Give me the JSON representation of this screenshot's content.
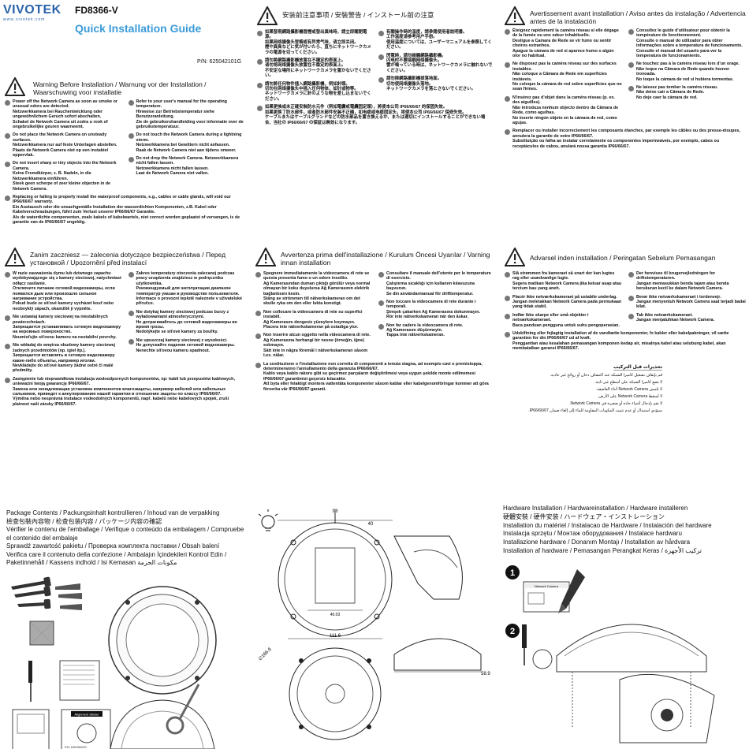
{
  "header": {
    "logo": "VIVOTEK",
    "logo_url": "www.vivotek.com",
    "model": "FD8366-V",
    "guide_title": "Quick Installation Guide",
    "part_number": "P/N: 625042101G"
  },
  "warning_en": {
    "title": "Warning Before Installation / Warnung vor der Installation / Waarschuwing voor installatie",
    "left": [
      [
        "Power off the Network Camera as soon as smoke or unusual odors are detected.",
        "Netzwerkkamera bei Rauchentwicklung oder ungewöhnlichem Geruch sofort abschalten.",
        "Schakel de Network Camera uit zodra u rook of ongebruikelijke geuren waarneemt."
      ],
      [
        "Do not place the Network Camera on unsteady surfaces.",
        "Netzwerkkamera nur auf feste Unterlagen abstellen.",
        "Plaats de Network Camera niet op een instabiel oppervlak."
      ],
      [
        "Do not insert sharp or tiny objects into the Network Camera.",
        "Keine Fremdkörper, z. B. Nadeln, in die Netzwerkkamera einführen.",
        "Steek geen scherpe of zeer kleine objecten in de Netwerk Camera."
      ]
    ],
    "right": [
      [
        "Refer to your user's manual for the operating temperature.",
        "Hinweise zur Betriebstemperatur siehe Benutzeranleitung.",
        "Zie de gebruikershandleiding voor informatie over de gebruikstemperatuur."
      ],
      [
        "Do not touch the Network Camera during a lightning storm.",
        "Netzwerkkamera bei Gewittern nicht anfassen.",
        "Raak de Network Camera niet aan tijdens onweer."
      ],
      [
        "Do not drop the Network Camera. Netzwerkkamera nicht fallen lassen.",
        "Netzwerkkamera nicht fallen lassen.",
        "Laat de Network Camera niet vallen."
      ]
    ],
    "bottom": [
      "Replacing or failing to properly install the waterproof components, e.g., cables or cable glands, will void our IP66/66/67 warranty.",
      "Ein Austausch oder die unsachgemäße Installation der wasserdichten Komponenten, z.B. Kabel oder Kabelverschraubungen, führt zum Verlust unserer IP66/66/67 Garantie.",
      "Als de waterdichte componenten, zoals kabels of kabelwartels, niet correct worden geplaatst of vervangen, is de garantie van de IP66/66/67 ongeldig."
    ]
  },
  "warning_cjk": {
    "title": "安装前注意事项 / 安裝警告 / インストール前の注意",
    "left": [
      [
        "如果發現網路攝影機冒煙或發出異味時，請立即關閉電源。",
        "如果网络摄像头冒烟或有异常气味，请立即关闭。",
        "煙や異臭などに気が付いたら、直ちにネットワークカメラの電源を切ってください。"
      ],
      [
        "請勿將網路攝影機放置在不穩定的表面上。",
        "请勿将网络摄像头放置在不稳定的表面上。",
        "不安定な場所にネットワークカメラを置かないでください。"
      ],
      [
        "請勿將任何物件插入網路攝影機，例如針頭。",
        "切勿在网络摄像头中插入任何物体，如针或物等。",
        "ネットワークカメラに針のような物を差し込まないでください。"
      ]
    ],
    "right": [
      [
        "有關操作時的溫度，請參閱使用者說明書。",
        "工作温度请参考用户手册。",
        "使用温度については、ユーザーマニュアルを参照してください。"
      ],
      [
        "閃電時，請勿碰觸網路攝影機。",
        "闪电时不要接触网络摄像头。",
        "雷が鳴っている時は、ネットワークカメラに触れないでください。"
      ],
      [
        "請勿摔網路攝影機掉落地面。",
        "切勿使网络摄像头落地。",
        "ネットワークカメラを落とさないでください。"
      ]
    ],
    "bottom": [
      "如果更換或未正確安裝防水元件（例如電纜或電纜固定頭），將使本公司 IP66/66/67 的保固失效。",
      "如果更换了防水部件，或者防水部件安装不正确，如电缆或电缆固定头，将使本公司 IP66/66/67 保修失效。",
      "ケーブルまたはケーブルグランドなどの防水部品を置き換えるか、または適切にインストールすることができない場合、当社の IP66/66/67 の保証は無効になります。"
    ]
  },
  "warning_fr": {
    "title": "Avertissement avant installation / Aviso antes da instalação / Advertencia antes de la instalación",
    "left": [
      [
        "Éteignez rapidement la caméra réseau si elle dégage de la fumée ou une odeur inhabituelle.",
        "Desligue a Camara de Rede se vir fumo ou sentir cheiros estranhos.",
        "Apague la cámara de red si aparece humo o algún olor no habitual."
      ],
      [
        "Ne disposez pas la caméra réseau sur des surfaces instables.",
        "Não coloque a Câmara de Rede em superfícies instáveis.",
        "No coloque la cámara de red sobre superficies que no sean firmes."
      ],
      [
        "N'insérez pas d'objet dans la caméra réseau (p. ex. des aiguilles).",
        "Não introduza nenhum objecto dentro da Câmara de Rede, como agulhas.",
        "No inserte ningún objeto en la cámara de red, como agujas."
      ]
    ],
    "right": [
      [
        "Consultez le guide d'utilisateur pour obtenir la température de fonctionnement.",
        "Consulte o manual do utilizador para obter informações sobre a temperatura de funcionamento.",
        "Consulte el manual del usuario para ver la temperatura de funcionamiento."
      ],
      [
        "Ne touchez pas à la caméra réseau lors d'un orage.",
        "Não toque na Câmara de Rede quando houver trovoada.",
        "No toque la cámara de red si hubiera tormentas."
      ],
      [
        "Ne laissez pas tomber la caméra réseau.",
        "Não deixe cair a Câmara de Rede.",
        "No deje caer la cámara de red."
      ]
    ],
    "bottom": [
      "Remplacer ou installer incorrectement les composants étanches, par exemple les câbles ou des presse-étoupes, annulera la garantie de votre IP66/66/67.",
      "Substituição ou falha ao instalar corretamente os componentes impermeáveis, por exemplo, cabos ou receptáculos de cabos, anulará nossa garantia IP66/66/67."
    ]
  },
  "warning_pl": {
    "title": "Zanim zaczniesz — zalecenia dotyczące bezpieczeństwa / Перед установкой / Upozornění před instalací",
    "left": [
      [
        "W razie zauważenia dymu lub dziwnego zapachu wydobywającego się z kamery sieciowej, natychmiast odłącz zasilanie.",
        "Отключите питание сетевой видеокамеры, если появился дым или произошло сильное нагревание устройства.",
        "Pokud bude ze síťové kamery vycházet kouř nebo neobvyklý zápach, okamžitě ji vypněte."
      ],
      [
        "Nie ustawiaj kamery sieciowej na niestabilnych powierzchniach.",
        "Запрещается устанавливать сетевую видеокамеру на неровных поверхностях.",
        "Neumisťujte síťovou kameru na nestabilní povrchy."
      ],
      [
        "Nie wkładaj do wnętrza obudowy kamery sieciowej żadnych przedmiotów (np. igieł itp.).",
        "Запрещается вставлять в сетевую видеокамеру какие-либо объекты, например иголки.",
        "Nevkládejte do síťové kamery žádné ostré či malé předměty."
      ]
    ],
    "right": [
      [
        "Zakres temperatury otoczenia zalecanej podczas pracy urządzenia znajdziesz w podręczniku użytkownika.",
        "Рекомендуемый для эксплуатации диапазон температур указан в руководстве пользователя.",
        "Informace o provozní teplotě naleznete v uživatelské příručce."
      ],
      [
        "Nie dotykaj kamery sieciowej podczas burzy z wyładowaniami atmosferycznymi.",
        "Не дотрагивайтесь до сетевой видеокамеры во время грозы.",
        "Nedotýkejte se síťové kamery za bouřky."
      ],
      [
        "Nie upuszczaj kamery sieciowej z wysokości.",
        "Не допускайте падения сетевой видеокамеры.",
        "Nenechte síťovou kameru spadnout."
      ]
    ],
    "bottom": [
      "Zastępienie lub nieprawidłowa instalacja wodoodpornych komponentów, np: kabli lub przepustów kablowych, uniewaźni twoją gwarancję IP66/66/67.",
      "Замена или ненадлежащая установка компонентов влагозащиты, например кабелей или кабельных сальников, приведет к аннулированию нашей гарантии в отношении защиты по классу IP66/66/67.",
      "Výměna nebo nesprávná instalace vodeodolných komponentů, např. kabelů nebo kabelových spojek, zruší platnost naší záruky IP66/66/67."
    ]
  },
  "warning_it": {
    "title": "Avvertenza prima dell'installazione / Kurulum Öncesi Uyarılar / Varning innan installation",
    "left": [
      [
        "Spegnere immediatamente la videocamera di rete se questa presenta fumo o un odore insolito.",
        "Ağ Kamerasından duman çıktığı görülür veya normal olmayan bir koku duyulursa Ağ Kamerasının elektrik bağlantısını kesin.",
        "Stäng av strömmen till nätverkskameran om det skulle ryka om den eller lukta konstigt."
      ],
      [
        "Non collocare la videocamera di rete su superfici instabili.",
        "Ağ Kamerasını dengesiz yüzeylere koymayın.",
        "Placera inte nätverkskameran på ostadiga ytor."
      ],
      [
        "Non inserire alcun oggetto nella videocamera di rete.",
        "Ağ Kamerasına herhangi bir nesne (örneğin, iğne) sokmayın.",
        "Sätt inte in några föremål i nätverkskameran såsom t.ex. nålar."
      ]
    ],
    "right": [
      [
        "Consultare il manuale dell'utente per le temperature di esercizio.",
        "Çalıştırma sıcaklığı için kullanım kılavuzuna başvurun.",
        "Se din användarmanual för drifttemperatur."
      ],
      [
        "Non toccare la videocamera di rete durante i temporali.",
        "Şimşek çakarken Ağ Kamerasına dokunmayın.",
        "Rör inte nätverkskameran när den åskar."
      ],
      [
        "Non far cadere la videocamera di rete.",
        "Ağ Kamerasını düşürmeyin.",
        "Tappa inte nätverkskameran."
      ]
    ],
    "bottom": [
      "La sostituzione o l'installazione non corretta di componenti a tenuta stagna, ad esempio cavi o premistoppa, determineranno l'annullamento della garanzia IP66/66/67.",
      "Kablo veya kablo rakoru gibi su geçirmez parçaların değiştirilmesi veya uygun şekilde monte edilmemesi IP66/66/67 garantimizi geçersiz kılacaktır.",
      "Att byta eller felaktigt montera vattentäta komponenter såsom kablar eller kabelgenomföringar kommer att göra förverka vår IP66/66/67-garanti."
    ]
  },
  "warning_da": {
    "title": "Advarsel inden installation / Peringatan Sebelum Pemasangan",
    "left": [
      [
        "Slå strømmen fra kameraet så snart der kan lugtes røg eller usædvanlige lugte.",
        "Segera matikan Network Camera jika keluar asap atau tercium bau yang aneh."
      ],
      [
        "Placér ikke netværkskameraet på ustabile underlag.",
        "Jangan meletakkan Network Camera pada permukaan yang tidak stabil."
      ],
      [
        "Indfør ikke skarpe eller små objekter i netværkskameraet.",
        "Baca panduan pengguna untuk suhu pengoperasian."
      ]
    ],
    "right": [
      [
        "Der henvises til brugervejledningen for driftstemperaturen.",
        "Jangan memasukkan benda tajam atau benda berukuran kecil ke dalam Network Camera."
      ],
      [
        "Berør ikke netværkskameraet i tordenvejr.",
        "Jangan menyentuh Network Camera saat terjadi badai kilat."
      ],
      [
        "Tab ikke netværkskameraet.",
        "Jangan menjatuhkan Network Camera."
      ]
    ],
    "bottom": [
      "Udskiftning eller fejlagtig installation af de vandtætte komponenter, fx kabler eller kabelpakninger, vil sætte garantien for din IP66/66/67 ud af kraft.",
      "Penggantian atau kesalahan pemasangan komponen kedap air, misalnya kabel atau selubung kabel, akan membatalkan garansi IP66/66/67."
    ],
    "arabic_title": "تحذيرات قبل التركيب",
    "arabic_lines": [
      "قم بإيقاف تشغيل كاميرا الشبكة عند اكتشاف دخان أو روائح غير عادية.",
      "لا تضع كاميرا الشبكة على أسطح غير ثابتة.",
      "لا تلمس Network Camera أثناء العاصفة.",
      "لا تُسقط Network Camera على الأرض.",
      "لا تقم بإدخال أشياء حادة أو صغيرة في Network Camera.",
      "سيؤدي استبدال أو عدم تثبيت المكونات المقاومة للماء إلى إلغاء ضمان IP66/66/67."
    ]
  },
  "package": {
    "titles": [
      "Package Contents / Packungsinhalt kontrollieren / Inhoud van de verpakking",
      "檢查包裝內容物 / 检查包装内容 / パッケージ内容の確認",
      "Vérifier le contenu de l'emballage / Verifique o conteúdo da embalagem / Compruebe el contenido del embalaje",
      "Sprawdź zawartość pakietu / Проверка комплекта поставки / Obsah balení",
      "Verifica care il contenuto della confezione / Ambalajın İçindekileri Kontrol Edin / Paketinnehåll / Kassens indhold / Isi Kemasan مكونات الحزمة"
    ],
    "sticker_label": "Alignment Sticker",
    "pn_small": "P/N: 625035200G"
  },
  "dimensions": {
    "top": [
      "98",
      "40"
    ],
    "mid": [
      "40.03"
    ],
    "bottom": [
      "111.6",
      "58.9",
      "∅166.6"
    ]
  },
  "hardware": {
    "titles": [
      "Hardware Installation / Hardwareinstallation / Hardware installeren",
      "硬體安裝 / 硬件安装 / ハードウェア・インストレーション",
      "Installation du matériel / Instalacao de Hardware / Instalación del hardware",
      "Instalacja sprzętu / Монтаж оборудования / Instalace hardwaru",
      "Installazione hardware / Donanım Montajı / Installation av hårdvara",
      "Installation af hardware / Pemasangan Perangkat Keras / تركيب الأجهزة"
    ],
    "step1": "1",
    "step2": "2",
    "label_title": "Network Camera"
  }
}
